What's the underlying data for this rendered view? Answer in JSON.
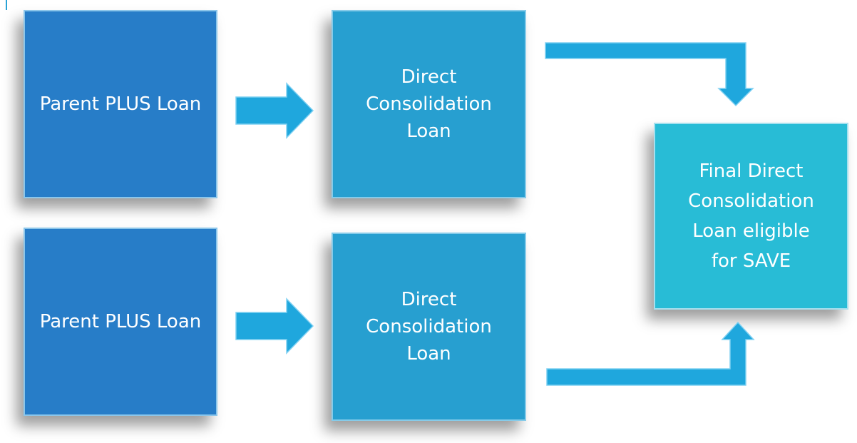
{
  "diagram": {
    "parent_loan_top": "Parent PLUS Loan",
    "parent_loan_bottom": "Parent PLUS Loan",
    "consolidation_top": "Direct\nConsolidation\nLoan",
    "consolidation_bottom": "Direct\nConsolidation\nLoan",
    "final_loan": "Final Direct\nConsolidation\nLoan eligible\nfor SAVE"
  },
  "colors": {
    "parent_box": "#277dc8",
    "consolidation_box": "#279fd0",
    "final_box": "#28bcd6",
    "arrow": "#1fa7dd"
  }
}
